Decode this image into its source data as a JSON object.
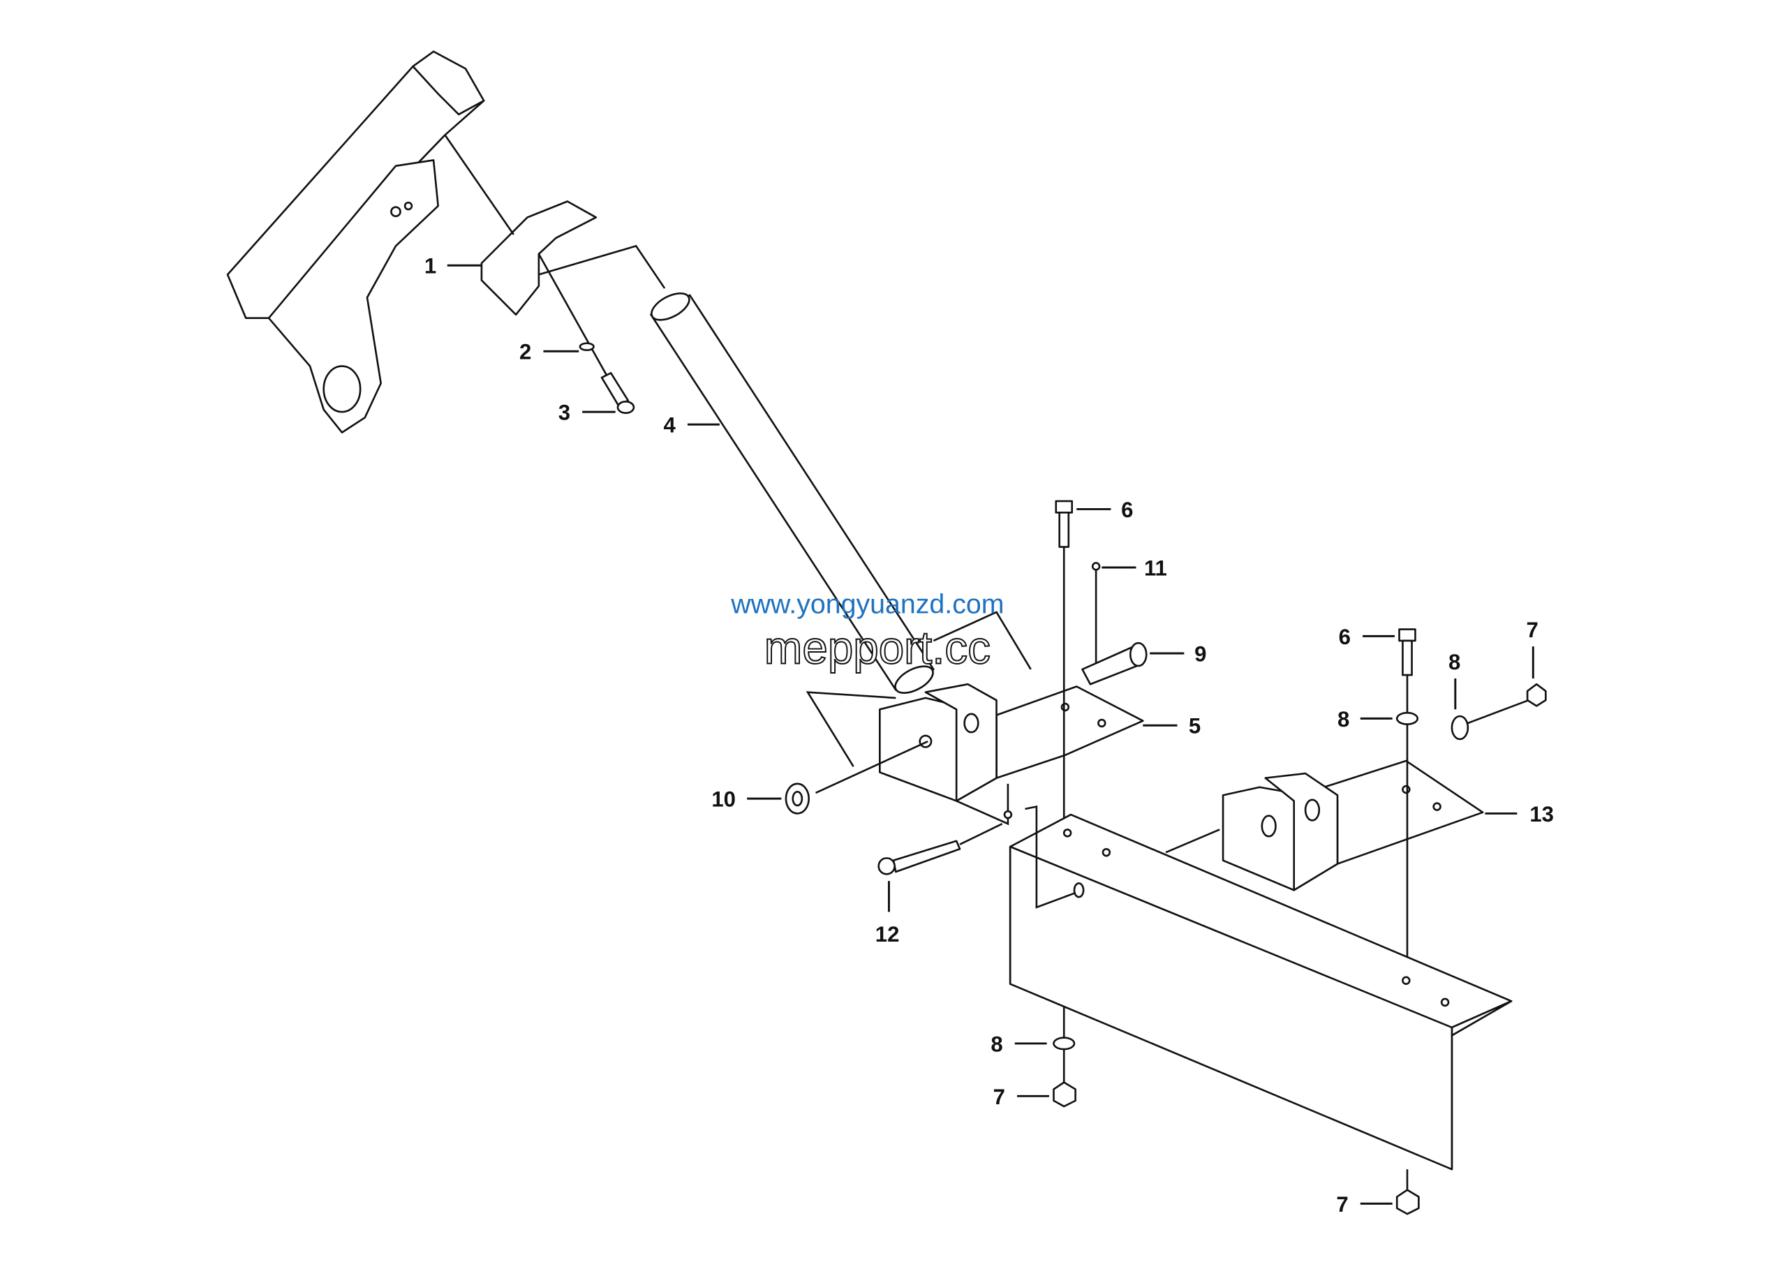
{
  "diagram": {
    "callouts": [
      {
        "id": "c1",
        "label": "1"
      },
      {
        "id": "c2",
        "label": "2"
      },
      {
        "id": "c3",
        "label": "3"
      },
      {
        "id": "c4",
        "label": "4"
      },
      {
        "id": "c5",
        "label": "5"
      },
      {
        "id": "c6a",
        "label": "6"
      },
      {
        "id": "c6b",
        "label": "6"
      },
      {
        "id": "c7a",
        "label": "7"
      },
      {
        "id": "c7b",
        "label": "7"
      },
      {
        "id": "c7c",
        "label": "7"
      },
      {
        "id": "c8a",
        "label": "8"
      },
      {
        "id": "c8b",
        "label": "8"
      },
      {
        "id": "c8c",
        "label": "8"
      },
      {
        "id": "c9",
        "label": "9"
      },
      {
        "id": "c10",
        "label": "10"
      },
      {
        "id": "c11",
        "label": "11"
      },
      {
        "id": "c12",
        "label": "12"
      },
      {
        "id": "c13",
        "label": "13"
      }
    ],
    "watermarks": {
      "outline": "mepport.cc",
      "url": "www.yongyuanzd.com"
    }
  }
}
